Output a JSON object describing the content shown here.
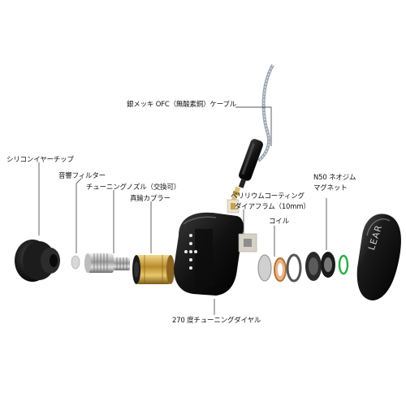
{
  "labels": {
    "cable": "銀メッキ OFC（無酸素銅）ケーブル",
    "eartip": "シリコンイヤーチップ",
    "filter": "音響フィルター",
    "nozzle": "チューニングノズル（交換可）",
    "brass": "真鍮カプラー",
    "beryllium_1": "ベリリウムコーティング",
    "beryllium_2": "ダイアフラム（10mm）",
    "coil": "コイル",
    "magnet_1": "N50 ネオジム",
    "magnet_2": "マグネット",
    "dial": "270 度チューニングダイヤル"
  },
  "faceplate": {
    "logo": "LEAR"
  },
  "colors": {
    "body": "#151515",
    "gold": "#c9a24a",
    "silver": "#c8c8c8",
    "copper": "#b87333",
    "green_ring": "#2fae4a",
    "cable": "#b9c4cf"
  }
}
